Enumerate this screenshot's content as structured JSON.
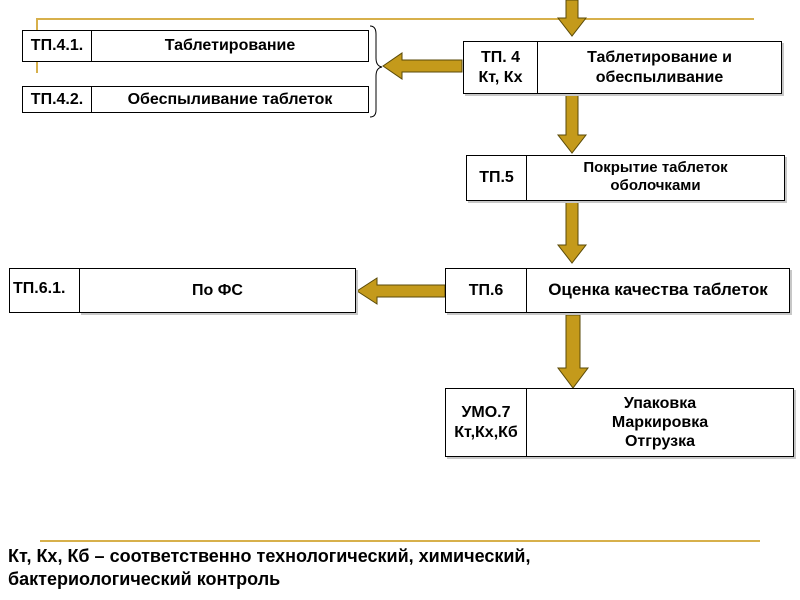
{
  "colors": {
    "rule": "#d7b04b",
    "arrow_fill": "#c49a1b",
    "arrow_stroke": "#5a4a08"
  },
  "blocks": {
    "tp4_1": {
      "code": "ТП.4.1.",
      "name": "Таблетирование"
    },
    "tp4_2": {
      "code": "ТП.4.2.",
      "name": "Обеспыливание таблеток"
    },
    "tp4": {
      "code_lines": [
        "ТП. 4",
        "Кт, Кх"
      ],
      "name_lines": [
        "Таблетирование и",
        "обеспыливание"
      ]
    },
    "tp5": {
      "code": "ТП.5",
      "name_lines": [
        "Покрытие таблеток",
        "оболочками"
      ]
    },
    "tp6_1": {
      "code": "ТП.6.1.",
      "name": "По ФС"
    },
    "tp6": {
      "code": "ТП.6",
      "name": "Оценка качества таблеток"
    },
    "umo7": {
      "code_lines": [
        "УМО.7",
        "Кт,Кх,Кб"
      ],
      "name_lines": [
        "Упаковка",
        "Маркировка",
        "Отгрузка"
      ]
    }
  },
  "footnote": [
    "Кт, Кх, Кб – соответственно технологический, химический,",
    "бактериологический контроль"
  ]
}
